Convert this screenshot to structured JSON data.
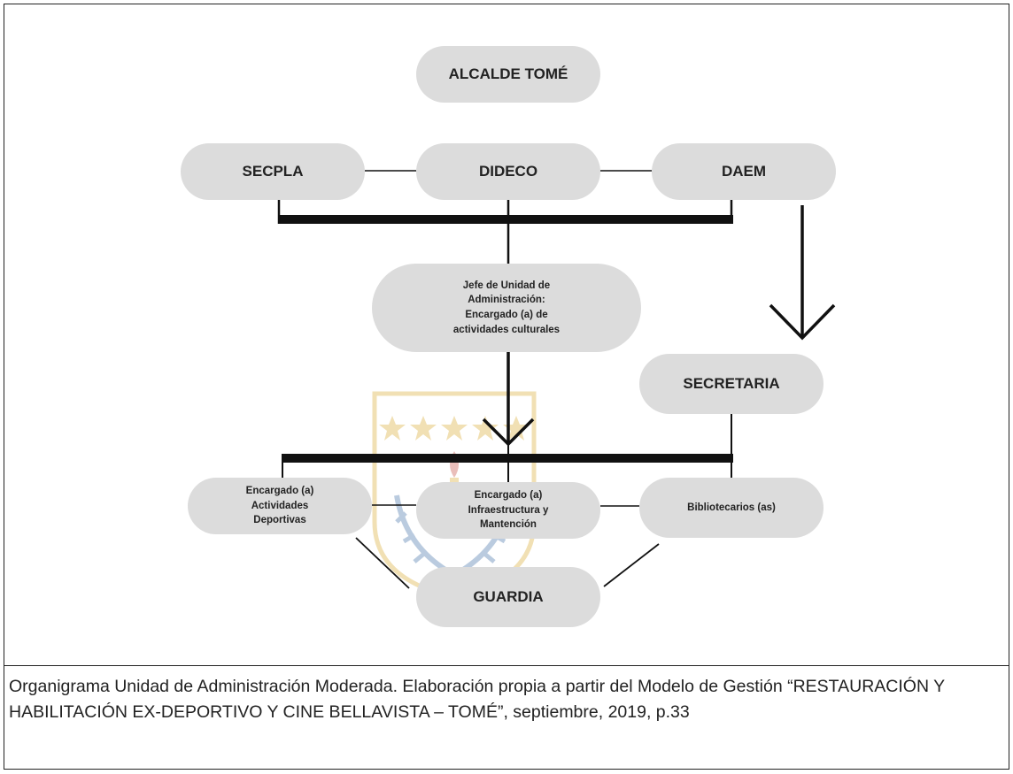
{
  "diagram": {
    "nodes": {
      "alcalde": "ALCALDE TOMÉ",
      "secpla": "SECPLA",
      "dideco": "DIDECO",
      "daem": "DAEM",
      "jefe": "Jefe de Unidad de\nAdministración:\nEncargado (a) de\nactividades culturales",
      "secretaria": "SECRETARIA",
      "deportivas": "Encargado (a)\nActividades\nDeportivas",
      "infraestructura": "Encargado (a)\nInfraestructura y\nMantención",
      "bibliotecarios": "Bibliotecarios (as)",
      "guardia": "GUARDIA"
    },
    "colors": {
      "node_fill": "#dcdcdc",
      "line": "#111111",
      "watermark": "#d4a018"
    }
  },
  "caption": "Organigrama Unidad de Administración Moderada. Elaboración propia a partir del Modelo de Gestión “RESTAURACIÓN Y HABILITACIÓN EX-DEPORTIVO Y CINE BELLAVISTA – TOMÉ”, septiembre, 2019, p.33"
}
